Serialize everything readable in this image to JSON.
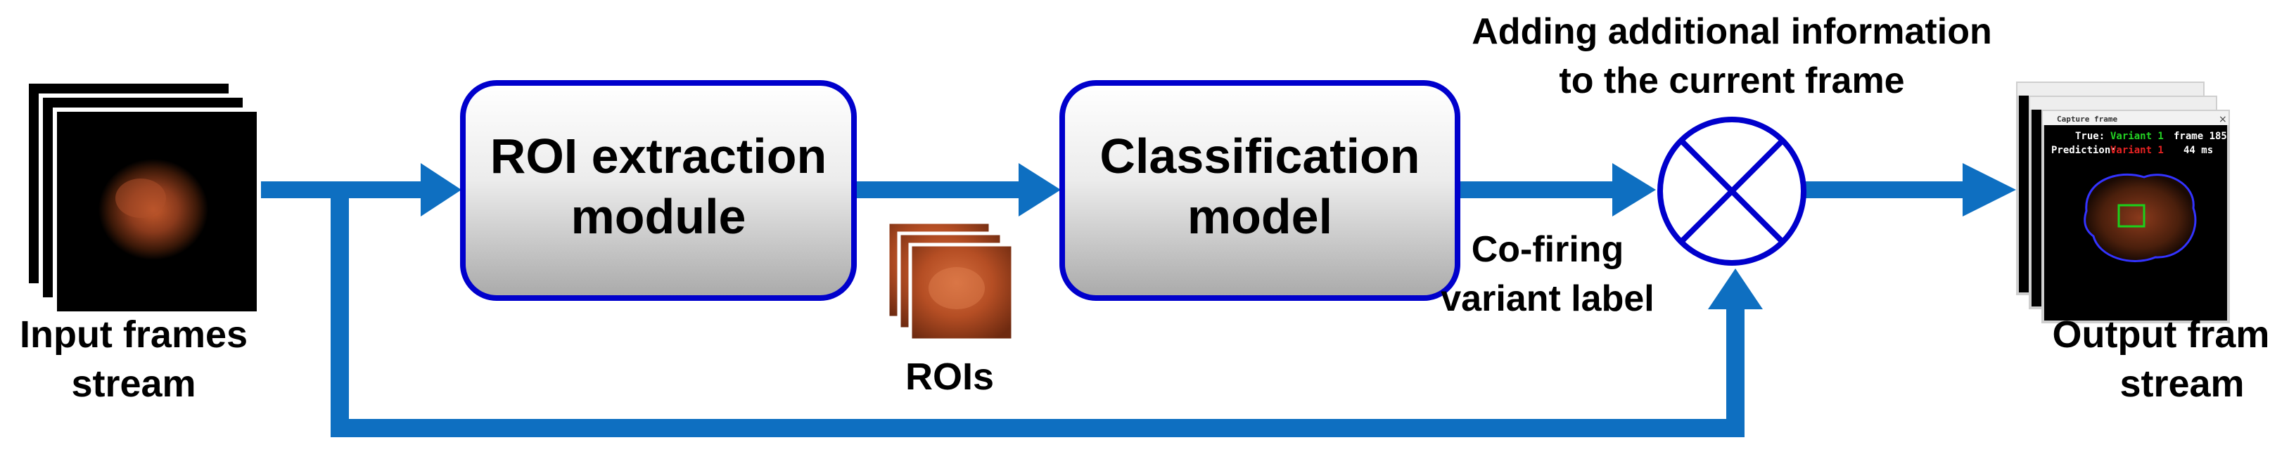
{
  "inputs": {
    "label_line1": "Input frames",
    "label_line2": "stream"
  },
  "roi_module": {
    "line1": "ROI extraction",
    "line2": "module"
  },
  "rois": {
    "label": "ROIs"
  },
  "classifier": {
    "line1": "Classification",
    "line2": "model"
  },
  "adder": {
    "caption_line1": "Adding additional information",
    "caption_line2": "to the current frame"
  },
  "label_edge": {
    "line1": "Co-firing",
    "line2": "variant label"
  },
  "outputs": {
    "label_line1": "Output frames",
    "label_line2": "stream",
    "window": {
      "title": "Capture frame",
      "row1_key": "True:",
      "row1_value": "Variant 1",
      "row1_extra": "frame 185",
      "row2_key": "Prediction:",
      "row2_value": "Variant 1",
      "row2_extra": "44 ms"
    }
  },
  "colors": {
    "arrow": "#0e6fc1",
    "box_border": "#0000cc",
    "box_fill_top": "#ffffff",
    "box_fill_bottom": "#b8b8b8",
    "true_label": "#23d223",
    "pred_label": "#e62222",
    "roi_box": "#1bd11b",
    "contour": "#3333ff"
  }
}
